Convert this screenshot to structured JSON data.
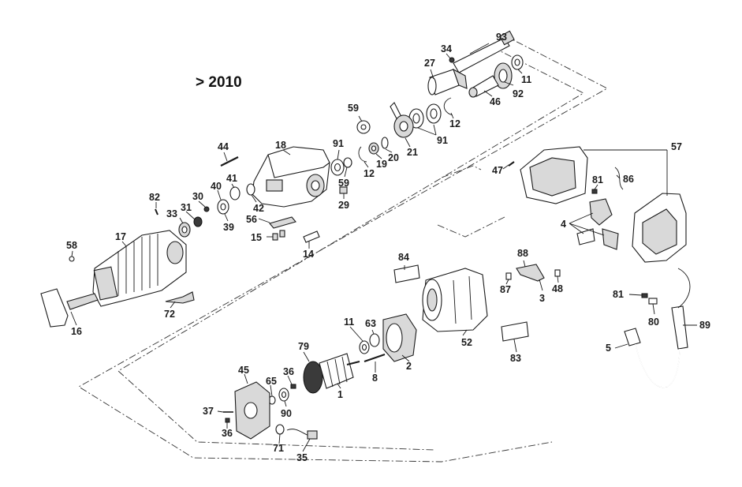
{
  "diagram": {
    "heading": "> 2010",
    "callouts": {
      "c93": "93",
      "c34": "34",
      "c27": "27",
      "c11a": "11",
      "c92": "92",
      "c46": "46",
      "c59a": "59",
      "c12a": "12",
      "c91a": "91",
      "c21": "21",
      "c20": "20",
      "c19": "19",
      "c12b": "12",
      "c44": "44",
      "c18": "18",
      "c91b": "91",
      "c59b": "59",
      "c29": "29",
      "c41": "41",
      "c40": "40",
      "c42": "42",
      "c82": "82",
      "c30": "30",
      "c31": "31",
      "c33": "33",
      "c39": "39",
      "c56": "56",
      "c15": "15",
      "c14": "14",
      "c17": "17",
      "c58": "58",
      "c72": "72",
      "c16": "16",
      "c57": "57",
      "c47": "47",
      "c81a": "81",
      "c86": "86",
      "c4": "4",
      "c84": "84",
      "c52": "52",
      "c88": "88",
      "c87": "87",
      "c48": "48",
      "c3": "3",
      "c81b": "81",
      "c80": "80",
      "c89": "89",
      "c5": "5",
      "c11b": "11",
      "c63": "63",
      "c2": "2",
      "c83": "83",
      "c8": "8",
      "c79": "79",
      "c1": "1",
      "c45": "45",
      "c36a": "36",
      "c65": "65",
      "c90": "90",
      "c37": "37",
      "c36b": "36",
      "c71": "71",
      "c35": "35"
    }
  }
}
